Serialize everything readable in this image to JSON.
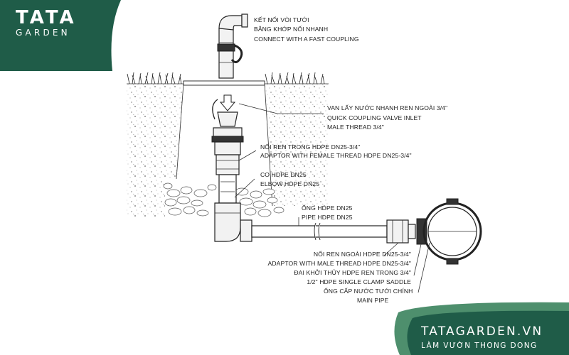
{
  "brand": {
    "name": "TATA",
    "subname": "GARDEN",
    "primary_color": "#1f5c48",
    "accent_color": "#4e8f6d"
  },
  "footer": {
    "website": "TATAGARDEN.VN",
    "slogan": "LÀM VƯỜN THONG DONG"
  },
  "labels": {
    "coupling": {
      "vi_1": "KẾT NỐI VÒI TƯỚI",
      "vi_2": "BẰNG KHỚP NỐI NHANH",
      "en": "CONNECT WITH A FAST COUPLING"
    },
    "valve": {
      "vi": "VAN LẤY NƯỚC NHANH REN NGOÀI 3/4\"",
      "en_1": "QUICK COUPLING VALVE INLET",
      "en_2": "MALE THREAD 3/4\""
    },
    "female_adaptor": {
      "vi": "NỐI REN TRONG HDPE DN25-3/4\"",
      "en": "ADAPTOR WITH FEMALE THREAD HDPE DN25-3/4\""
    },
    "elbow": {
      "vi": "CO HDPE DN25",
      "en": "ELBOW HDPE DN25"
    },
    "pipe": {
      "vi": "ỐNG HDPE DN25",
      "en": "PIPE HDPE DN25"
    },
    "male_adaptor": {
      "vi": "NỐI REN NGOÀI HDPE DN25-3/4\"",
      "en": "ADAPTOR WITH MALE THREAD HDPE DN25-3/4\""
    },
    "saddle": {
      "vi": "ĐAI KHỞI THỦY HDPE REN TRONG 3/4\"",
      "en": "1/2\" HDPE SINGLE CLAMP SADDLE"
    },
    "main_pipe": {
      "vi": "ỐNG CẤP NƯỚC TƯỚI CHÍNH",
      "en": "MAIN PIPE"
    }
  }
}
